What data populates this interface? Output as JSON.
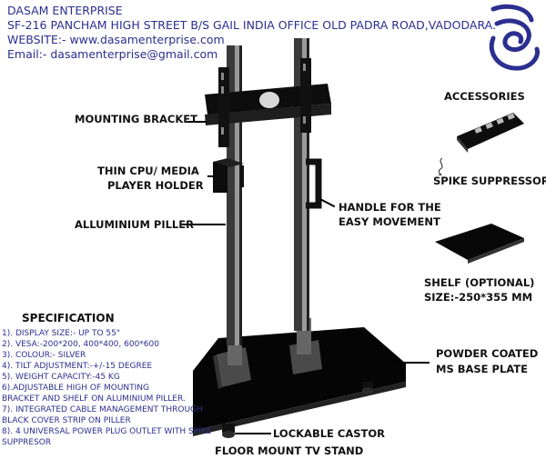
{
  "header": {
    "company": "DASAM ENTERPRISE",
    "address": "SF-216 PANCHAM HIGH STREET B/S GAIL INDIA OFFICE OLD PADRA ROAD,VADODARA.",
    "website": "WEBSITE:- www.dasamenterprise.com",
    "email": "Email:- dasamenterprise@gmail.com"
  },
  "labels": {
    "mounting_bracket": "MOUNTING BRACKET",
    "cpu_holder_line1": "THIN CPU/ MEDIA",
    "cpu_holder_line2": "PLAYER HOLDER",
    "pillar": "ALLUMINIUM PILLER",
    "handle_line1": "HANDLE FOR THE",
    "handle_line2": "EASY MOVEMENT",
    "accessories": "ACCESSORIES",
    "spike": "SPIKE SUPPRESSOR",
    "shelf_line1": "SHELF (OPTIONAL)",
    "shelf_line2": "SIZE:-250*355 MM",
    "base_line1": "POWDER COATED",
    "base_line2": "MS BASE PLATE",
    "castor": "LOCKABLE CASTOR",
    "footer": "FLOOR MOUNT TV STAND"
  },
  "specification": {
    "title": "SPECIFICATION",
    "items": [
      "1). DISPLAY SIZE:- UP TO 55\"",
      "2). VESA:-200*200, 400*400, 600*600",
      "3). COLOUR:- SILVER",
      "4). TILT ADJUSTMENT:-+/-15 DEGREE",
      "5). WEIGHT CAPACITY:-45 KG",
      "6).ADJUSTABLE HIGH OF MOUNTING",
      " BRACKET AND SHELF ON  ALUMINIUM PILLER.",
      "7). INTEGRATED CABLE MANAGEMENT THROUGH",
      "BLACK COVER STRIP ON PILLER",
      "8). 4 UNIVERSAL POWER PLUG OUTLET WITH SPIKE",
      "SUPPRESOR"
    ]
  },
  "colors": {
    "header_text": "#2b2f8f",
    "steel": "#3a3a3a",
    "black": "#0a0a0a"
  },
  "icons": [
    "company-logo-icon",
    "spike-suppressor-image",
    "shelf-image",
    "tv-stand-drawing"
  ]
}
